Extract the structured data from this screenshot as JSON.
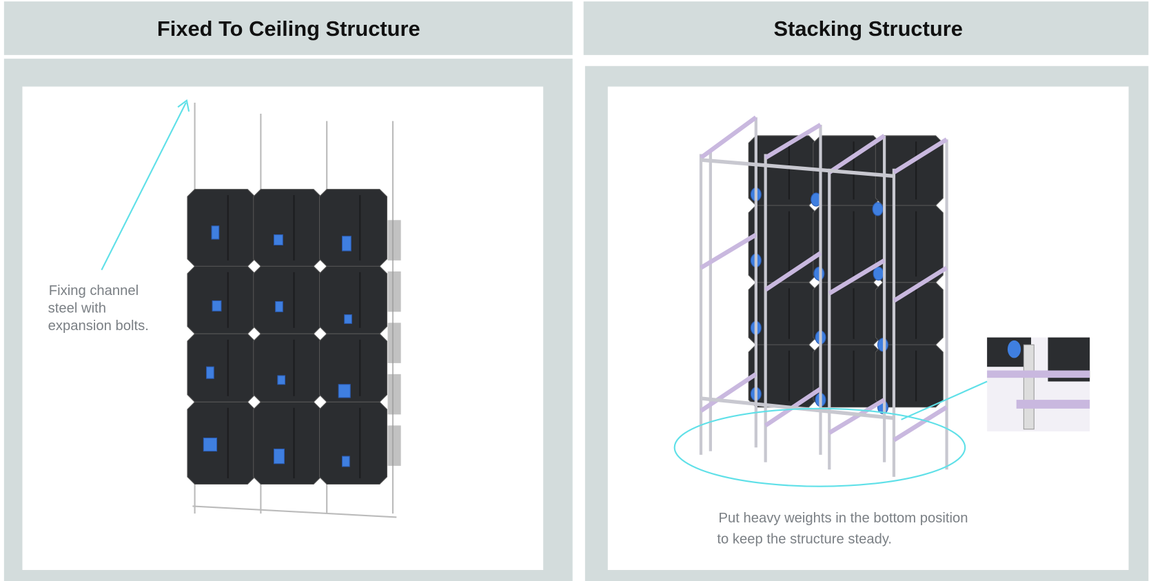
{
  "panels": [
    {
      "title": "Fixed To Ceiling Structure",
      "caption_lines": [
        "Fixing channel",
        "steel with",
        "expansion bolts."
      ]
    },
    {
      "title": "Stacking Structure",
      "caption_lines": [
        "Put heavy weights in the bottom position",
        "to keep the structure steady."
      ]
    }
  ],
  "colors": {
    "panel_bg": "#d3dcdc",
    "cabinet": "#2b2d30",
    "highlight": "#3f7fe0",
    "annotation": "#5fe0e8"
  }
}
